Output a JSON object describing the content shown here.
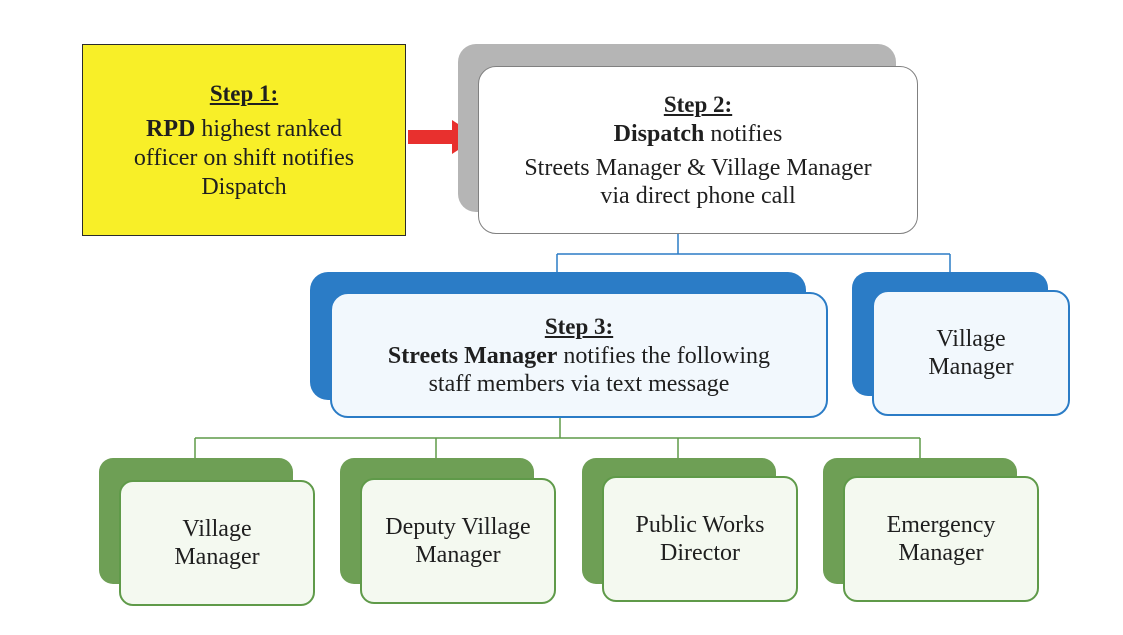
{
  "step1": {
    "title": "Step 1:",
    "line1_bold": "RPD",
    "line1_rest": " highest ranked",
    "line2": "officer on shift notifies",
    "line3": "Dispatch"
  },
  "step2": {
    "title": "Step 2:",
    "line1_bold": "Dispatch",
    "line1_rest": " notifies",
    "line2": "Streets Manager & Village Manager",
    "line3": "via direct phone call"
  },
  "step3": {
    "title": "Step 3:",
    "line1_bold": "Streets Manager",
    "line1_rest": " notifies the following",
    "line2": "staff members via text message"
  },
  "village_manager_top": {
    "line1": "Village",
    "line2": "Manager"
  },
  "staff": [
    {
      "line1": "Village",
      "line2": "Manager"
    },
    {
      "line1": "Deputy Village",
      "line2": "Manager"
    },
    {
      "line1": "Public Works",
      "line2": "Director"
    },
    {
      "line1": "Emergency",
      "line2": "Manager"
    }
  ],
  "colors": {
    "step1_fill": "#f8ef28",
    "arrow": "#e8302e",
    "step2_shadow": "#b5b5b5",
    "blue": "#2b7cc6",
    "green": "#6e9f55"
  }
}
